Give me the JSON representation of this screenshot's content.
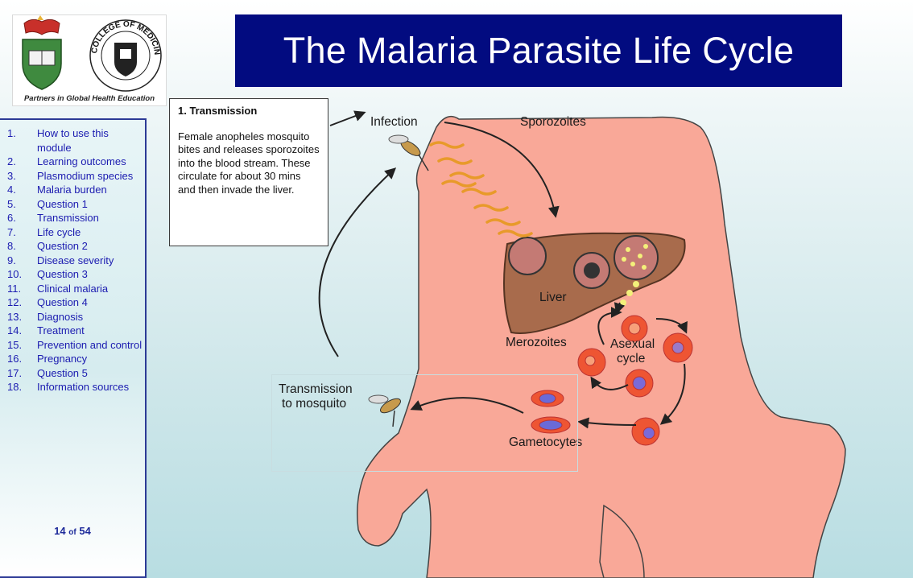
{
  "header": {
    "title": "The Malaria Parasite Life Cycle"
  },
  "logo": {
    "partners_text": "Partners in Global Health Education",
    "seal_text": "COLLEGE OF MEDICINE · UNIVERSITY OF IBADAN"
  },
  "sidebar": {
    "items": [
      {
        "num": "1.",
        "label": "How to use this module"
      },
      {
        "num": "2.",
        "label": "Learning outcomes"
      },
      {
        "num": "3.",
        "label": "Plasmodium species"
      },
      {
        "num": "4.",
        "label": "Malaria burden"
      },
      {
        "num": "5.",
        "label": "Question 1"
      },
      {
        "num": "6.",
        "label": "Transmission"
      },
      {
        "num": "7.",
        "label": "Life cycle"
      },
      {
        "num": "8.",
        "label": "Question 2"
      },
      {
        "num": "9.",
        "label": "Disease severity"
      },
      {
        "num": "10.",
        "label": "Question 3"
      },
      {
        "num": "11.",
        "label": "Clinical malaria"
      },
      {
        "num": "12.",
        "label": "Question 4"
      },
      {
        "num": "13.",
        "label": "Diagnosis"
      },
      {
        "num": "14.",
        "label": "Treatment"
      },
      {
        "num": "15.",
        "label": "Prevention and control"
      },
      {
        "num": "16.",
        "label": "Pregnancy"
      },
      {
        "num": "17.",
        "label": "Question 5"
      },
      {
        "num": "18.",
        "label": "Information sources"
      }
    ],
    "page": {
      "current": "14",
      "of": "of",
      "total": "54"
    }
  },
  "info_box": {
    "heading": "1. Transmission",
    "body": "Female anopheles mosquito bites and releases sporozoites into the blood stream. These circulate for about 30 mins and then invade the liver."
  },
  "diagram": {
    "labels": {
      "infection": "Infection",
      "sporozoites": "Sporozoites",
      "liver": "Liver",
      "merozoites": "Merozoites",
      "asexual_line1": "Asexual",
      "asexual_line2": "cycle",
      "transmission_line1": "Transmission",
      "transmission_line2": "to mosquito",
      "gametocytes": "Gametocytes"
    }
  },
  "colors": {
    "title_bar": "#020b80",
    "sidebar_text": "#1b1bb0",
    "skin": "#f9a898",
    "liver": "#a86b4c",
    "cell": "#ee5533"
  }
}
